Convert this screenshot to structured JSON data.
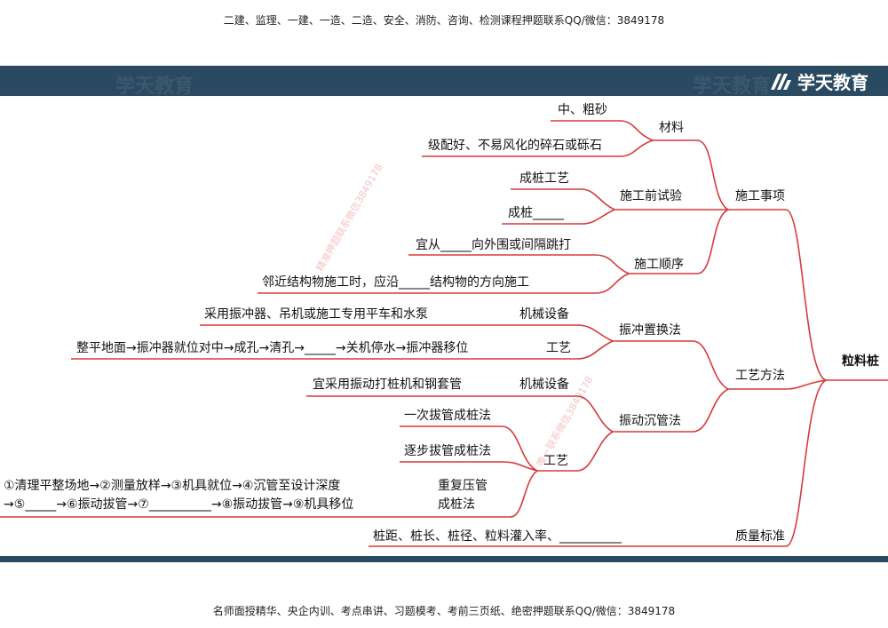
{
  "header": {
    "note": "二建、监理、一建、一造、二造、安全、消防、咨询、检测课程押题联系QQ/微信：3849178",
    "brand": "学天教育",
    "watermark": "学天教育"
  },
  "footer": {
    "note": "名师面授精华、央企内训、考点串讲、习题模考、考前三页纸、绝密押题联系QQ/微信：3849178"
  },
  "watermarks": [
    "精准押题联系微信3849178",
    "唯一联系微信3849178"
  ],
  "mindmap": {
    "root": "粒料桩",
    "construction_notes": {
      "label": "施工事项",
      "materials": {
        "label": "材料",
        "items": [
          "中、粗砂",
          "级配好、不易风化的碎石或砾石"
        ]
      },
      "pre_test": {
        "label": "施工前试验",
        "items": [
          "成桩工艺",
          "成桩_____"
        ]
      },
      "sequence": {
        "label": "施工顺序",
        "items": [
          "宜从_____向外围或间隔跳打",
          "邻近结构物施工时，应沿_____结构物的方向施工"
        ]
      }
    },
    "process_methods": {
      "label": "工艺方法",
      "vibro_replacement": {
        "label": "振冲置换法",
        "equipment_label": "机械设备",
        "equipment_value": "采用振冲器、吊机或施工专用平车和水泵",
        "process_label": "工艺",
        "process_value": "整平地面→振冲器就位对中→成孔→清孔→_____→关机停水→振冲器移位"
      },
      "vibro_sinking": {
        "label": "振动沉管法",
        "equipment_label": "机械设备",
        "equipment_value": "宜采用振动打桩机和钢套管",
        "process_label": "工艺",
        "methods": [
          "一次拔管成桩法",
          "逐步拔管成桩法"
        ],
        "repeat_label_1": "重复压管",
        "repeat_label_2": "成桩法",
        "repeat_steps_1": "①清理平整场地→②测量放样→③机具就位→④沉管至设计深度",
        "repeat_steps_2": "→⑤_____→⑥振动拔管→⑦__________→⑧振动拔管→⑨机具移位"
      }
    },
    "quality": {
      "label": "质量标准",
      "value": "桩距、桩长、桩径、粒料灌入率、__________"
    }
  },
  "colors": {
    "line": "#d63a3a",
    "banner": "#2a4a61"
  }
}
